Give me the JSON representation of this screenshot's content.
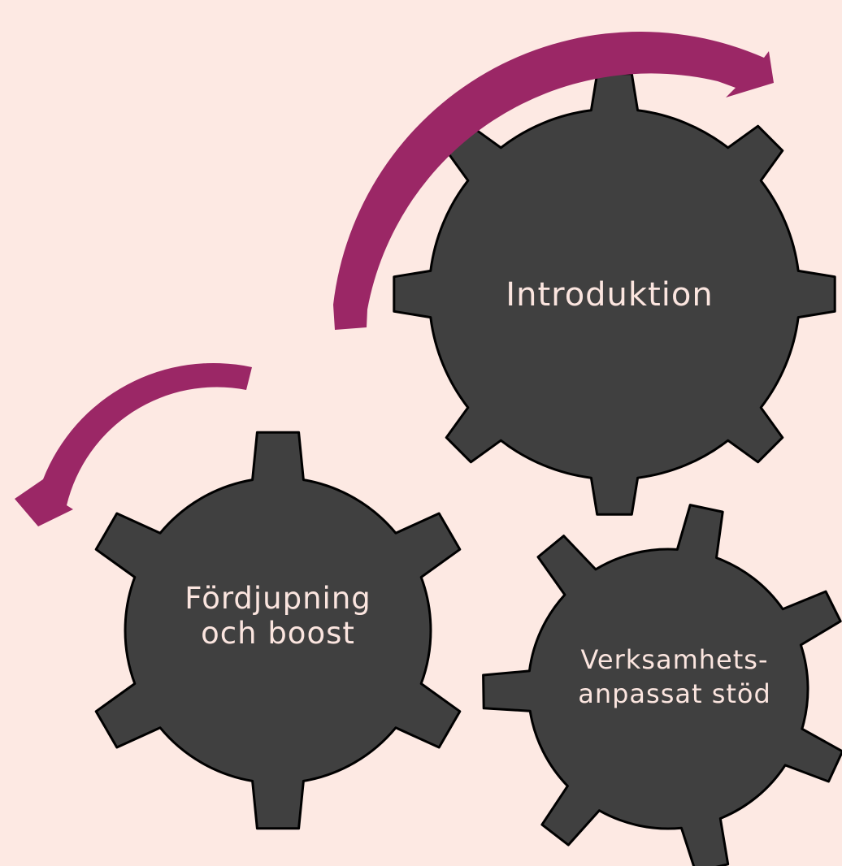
{
  "diagram": {
    "gears": [
      {
        "label_lines": [
          "Introduktion"
        ]
      },
      {
        "label_lines": [
          "Fördjupning",
          "och boost"
        ]
      },
      {
        "label_lines": [
          "Verksamhets-",
          "anpassat stöd"
        ]
      }
    ],
    "colors": {
      "background": "#fde9e3",
      "gear_fill": "#404040",
      "gear_stroke": "#000000",
      "arrow": "#9b2766",
      "label_text": "#fbe5df"
    }
  }
}
